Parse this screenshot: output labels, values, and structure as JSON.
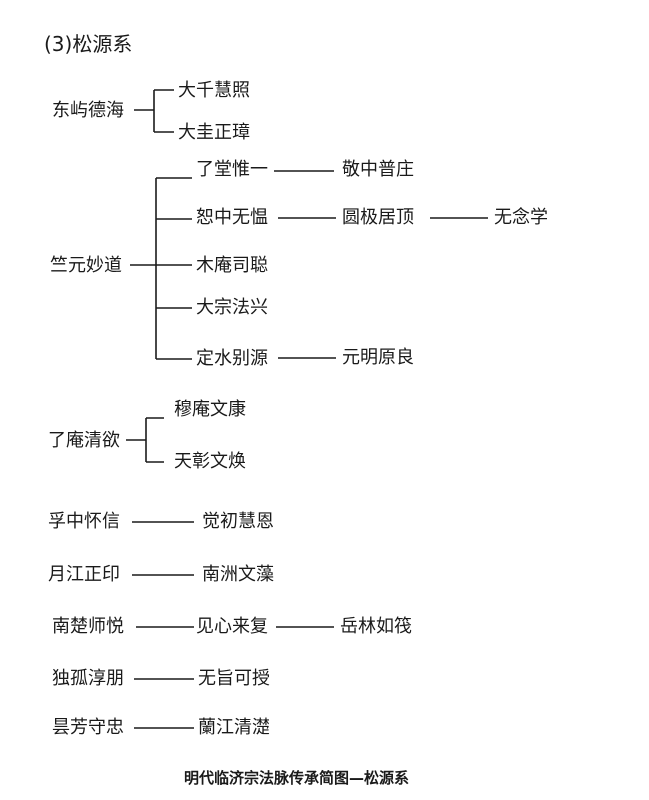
{
  "heading": "(3)松源系",
  "caption": "明代临济宗法脉传承简图—松源系",
  "groups": [
    {
      "root": "东屿德海",
      "children": [
        "大千慧照",
        "大圭正璋"
      ]
    },
    {
      "root": "竺元妙道",
      "children": [
        "了堂惟一",
        "恕中无愠",
        "木庵司聪",
        "大宗法兴",
        "定水别源"
      ],
      "chains": {
        "了堂惟一": [
          "敬中普庄"
        ],
        "恕中无愠": [
          "圆极居顶",
          "无念学"
        ],
        "定水别源": [
          "元明原良"
        ]
      }
    },
    {
      "root": "了庵清欲",
      "children": [
        "穆庵文康",
        "天彰文焕"
      ]
    },
    {
      "chain": [
        "孚中怀信",
        "觉初慧恩"
      ]
    },
    {
      "chain": [
        "月江正印",
        "南洲文藻"
      ]
    },
    {
      "chain": [
        "南楚师悦",
        "见心来复",
        "岳林如筏"
      ]
    },
    {
      "chain": [
        "独孤淳朋",
        "无旨可授"
      ]
    },
    {
      "chain": [
        "昙芳守忠",
        "蘭江清濋"
      ]
    }
  ]
}
